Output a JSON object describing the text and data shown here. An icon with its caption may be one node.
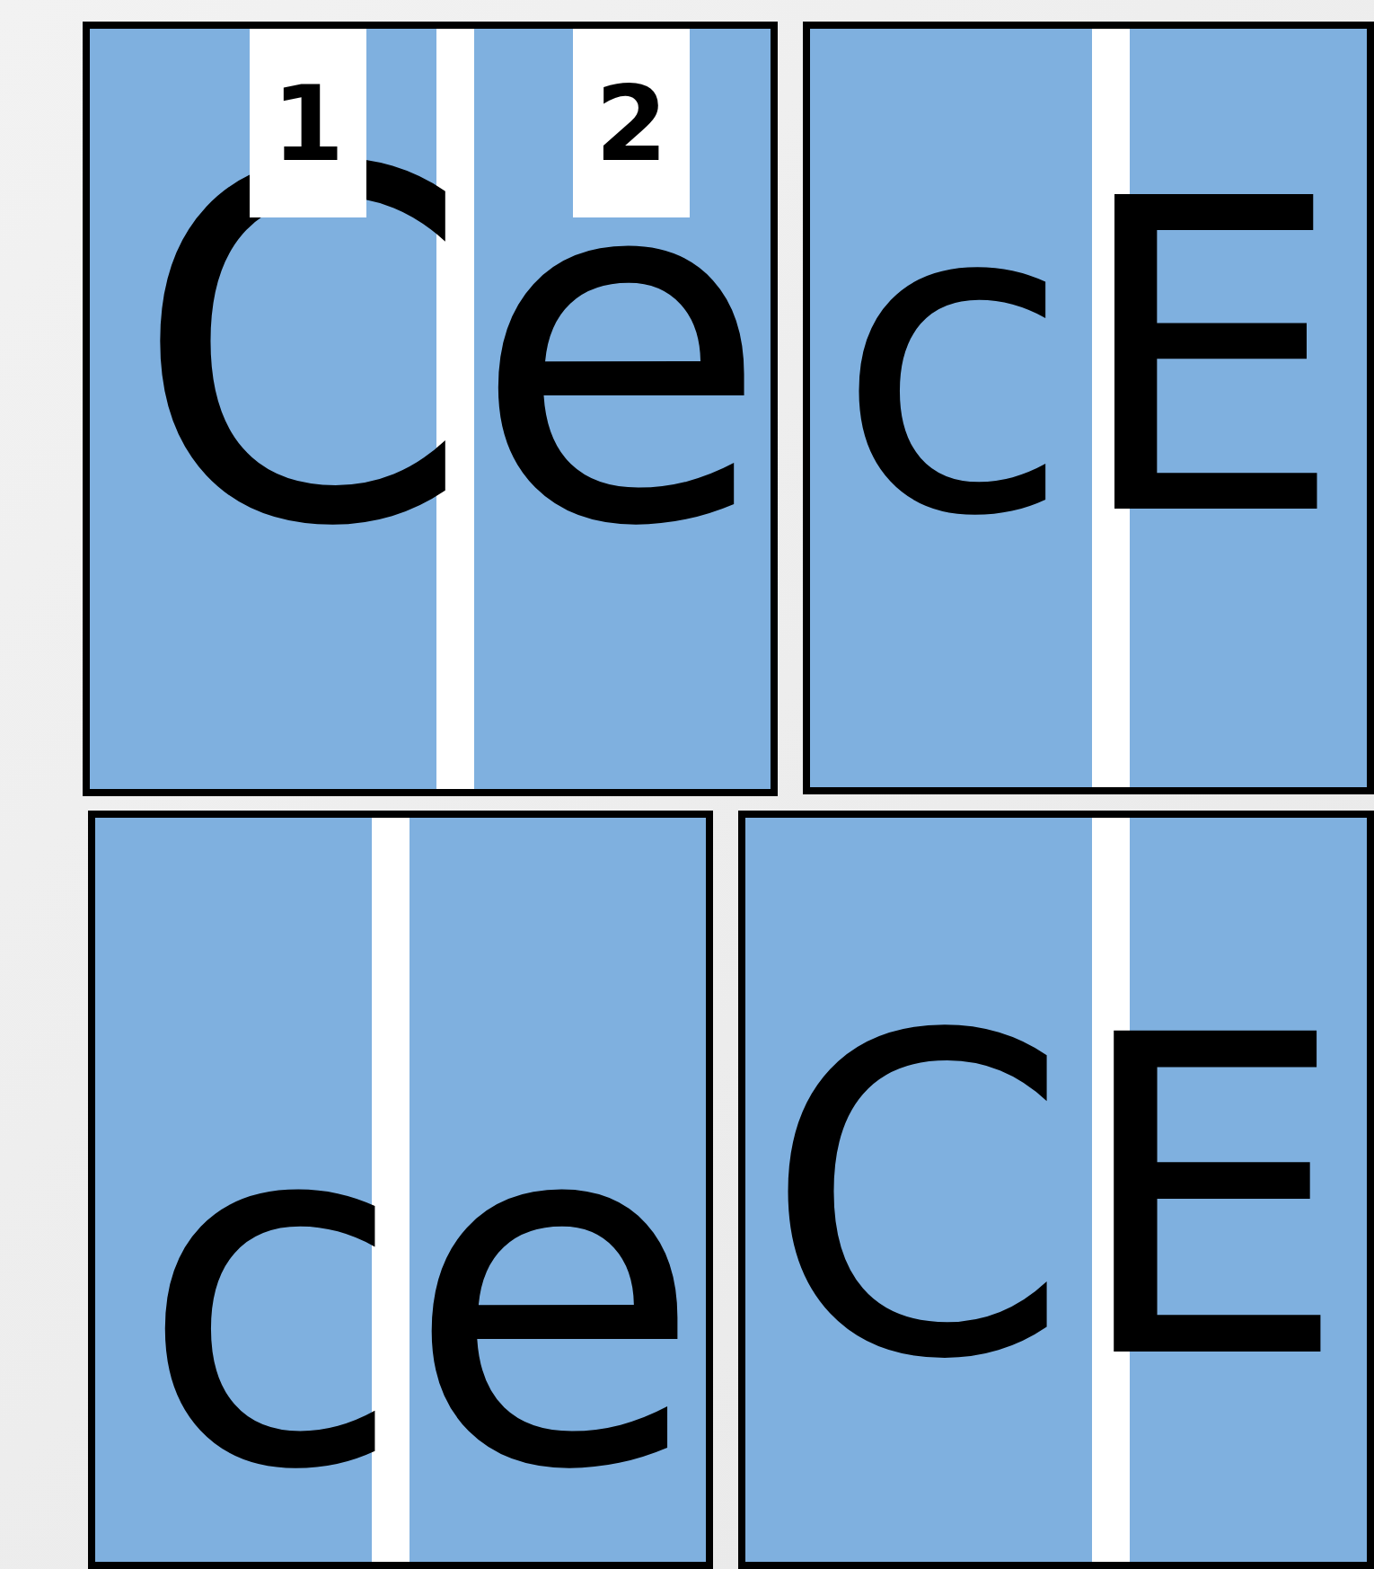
{
  "diagram": {
    "nodes": [
      {
        "text": [
          "Ce"
        ]
      },
      {
        "text": [
          "1"
        ],
        "in": 0
      },
      {
        "text": [
          "2"
        ],
        "in": 0
      },
      {
        "text": [
          "cE"
        ]
      },
      {
        "text": [
          "ce"
        ]
      },
      {
        "text": [
          "CE"
        ]
      }
    ]
  }
}
